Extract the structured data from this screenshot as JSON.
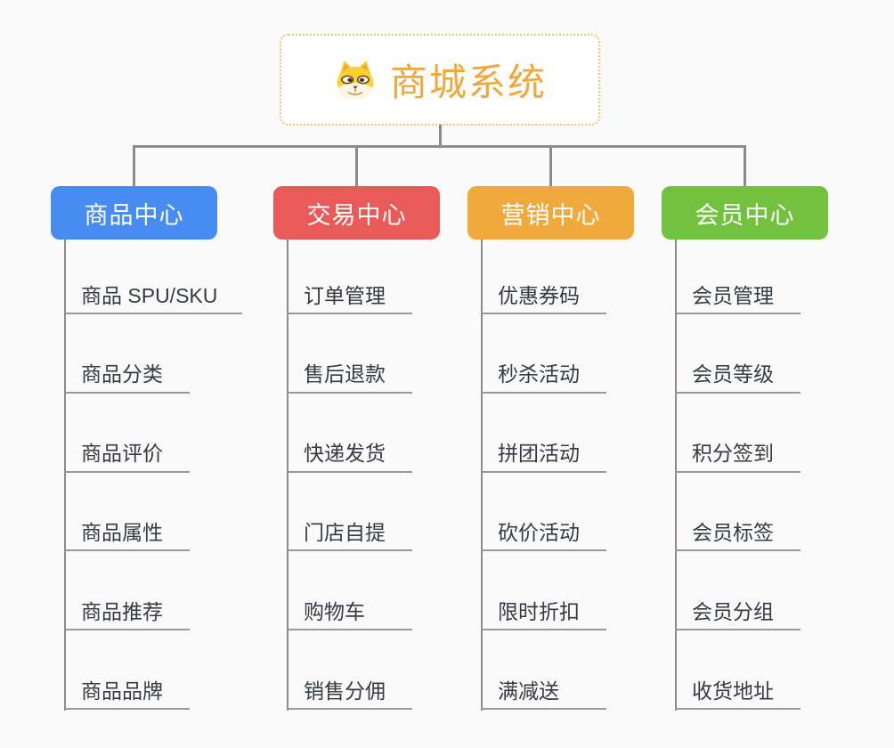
{
  "root": {
    "title": "商城系统",
    "icon": "shiba-dog-icon",
    "title_color": "#F0A73C",
    "border_color": "#F5C26B"
  },
  "connector_color": "#8C8C8C",
  "branches": [
    {
      "id": "product",
      "label": "商品中心",
      "color": "#478CF1",
      "children": [
        "商品 SPU/SKU",
        "商品分类",
        "商品评价",
        "商品属性",
        "商品推荐",
        "商品品牌"
      ]
    },
    {
      "id": "trade",
      "label": "交易中心",
      "color": "#E95B58",
      "children": [
        "订单管理",
        "售后退款",
        "快递发货",
        "门店自提",
        "购物车",
        "销售分佣"
      ]
    },
    {
      "id": "marketing",
      "label": "营销中心",
      "color": "#F0AA3C",
      "children": [
        "优惠券码",
        "秒杀活动",
        "拼团活动",
        "砍价活动",
        "限时折扣",
        "满减送"
      ]
    },
    {
      "id": "member",
      "label": "会员中心",
      "color": "#72C13F",
      "children": [
        "会员管理",
        "会员等级",
        "积分签到",
        "会员标签",
        "会员分组",
        "收货地址"
      ]
    }
  ]
}
